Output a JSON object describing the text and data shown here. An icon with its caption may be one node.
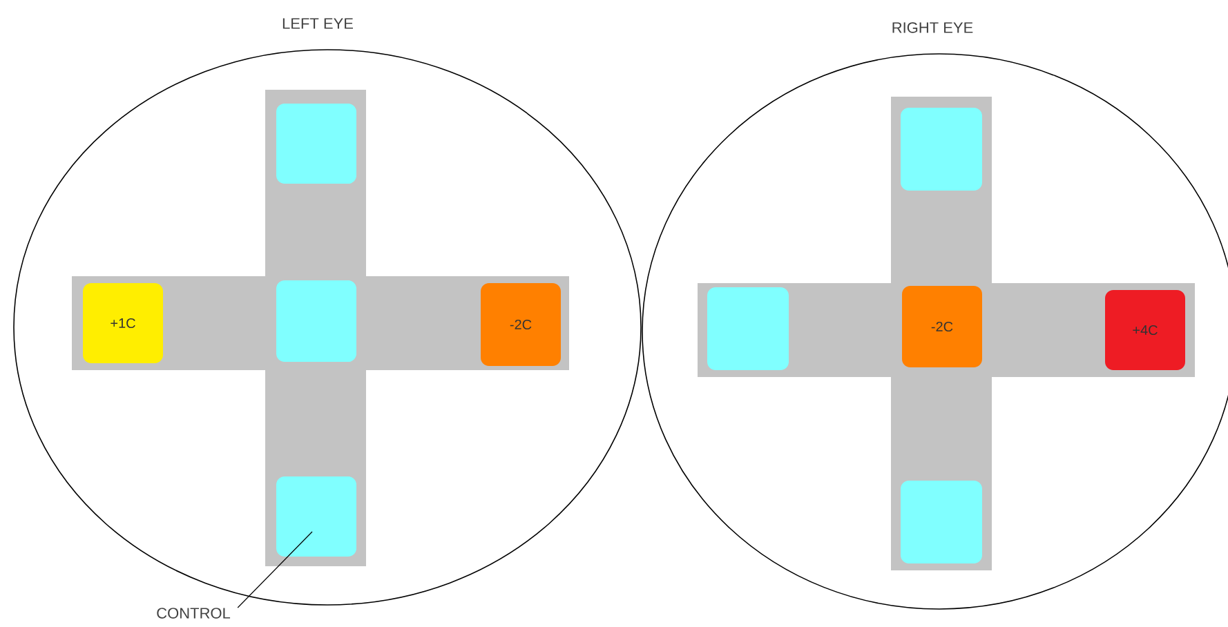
{
  "diagram": {
    "nodes": [
      {
        "text": [
          "LEFT EYE"
        ]
      },
      {
        "text": [],
        "shape": "box",
        "in": 0
      },
      {
        "text": [
          "+1C"
        ],
        "in": 0
      },
      {
        "text": [],
        "shape": "box",
        "in": 0
      },
      {
        "text": [
          "-2C"
        ],
        "in": 0
      },
      {
        "text": [],
        "shape": "box",
        "in": 0
      },
      {
        "text": [
          "RIGHT EYE"
        ]
      },
      {
        "text": [],
        "shape": "box",
        "in": 6
      },
      {
        "text": [],
        "shape": "box",
        "in": 6
      },
      {
        "text": [
          "-2C"
        ],
        "in": 6
      },
      {
        "text": [
          "+4C"
        ],
        "in": 6
      },
      {
        "text": [],
        "shape": "box",
        "in": 6
      },
      {
        "text": [
          "CONTROL"
        ]
      }
    ],
    "edges": [
      {
        "from": 12,
        "to": 5,
        "arrow": "none"
      }
    ]
  }
}
